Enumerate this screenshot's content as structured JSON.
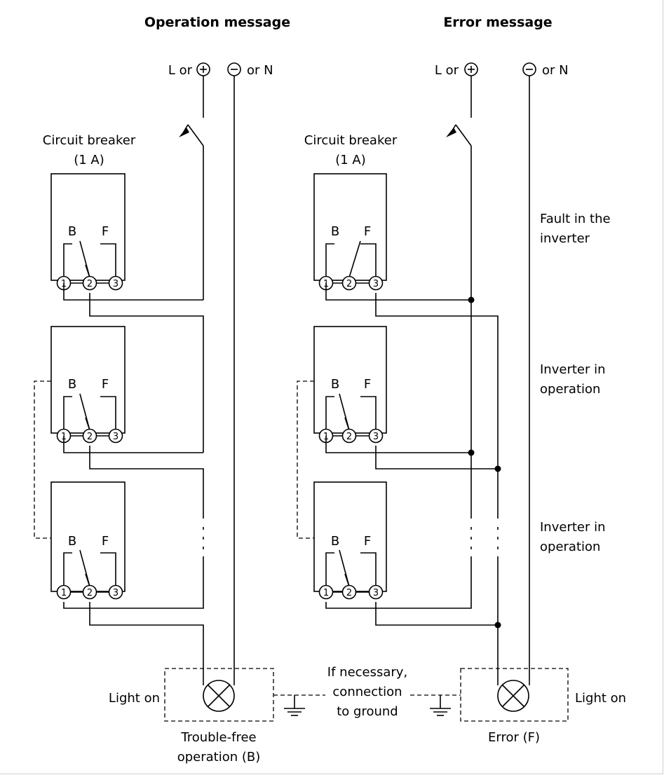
{
  "titles": {
    "left": "Operation message",
    "right": "Error message"
  },
  "supply": {
    "left_live": "L or",
    "left_neutral": "or N",
    "right_live": "L or",
    "right_neutral": "or N"
  },
  "breaker": {
    "left_line1": "Circuit breaker",
    "left_line2": "(1 A)",
    "right_line1": "Circuit breaker",
    "right_line2": "(1 A)"
  },
  "relay": {
    "contact_b": "B",
    "contact_f": "F",
    "terminals": [
      "1",
      "2",
      "3"
    ]
  },
  "states": {
    "top_line1": "Fault in the",
    "top_line2": "inverter",
    "mid_line1": "Inverter in",
    "mid_line2": "operation",
    "bot_line1": "Inverter in",
    "bot_line2": "operation"
  },
  "lamps": {
    "left_label": "Light on",
    "right_label": "Light on",
    "left_caption_line1": "Trouble-free",
    "left_caption_line2": "operation (B)",
    "right_caption": "Error (F)"
  },
  "ground_note": {
    "line1": "If necessary,",
    "line2": "connection",
    "line3": "to ground"
  },
  "icons": {
    "plus": "plus-circle-icon",
    "minus": "minus-circle-icon",
    "lamp": "lamp-icon",
    "ground": "ground-icon",
    "switch": "switch-icon"
  }
}
